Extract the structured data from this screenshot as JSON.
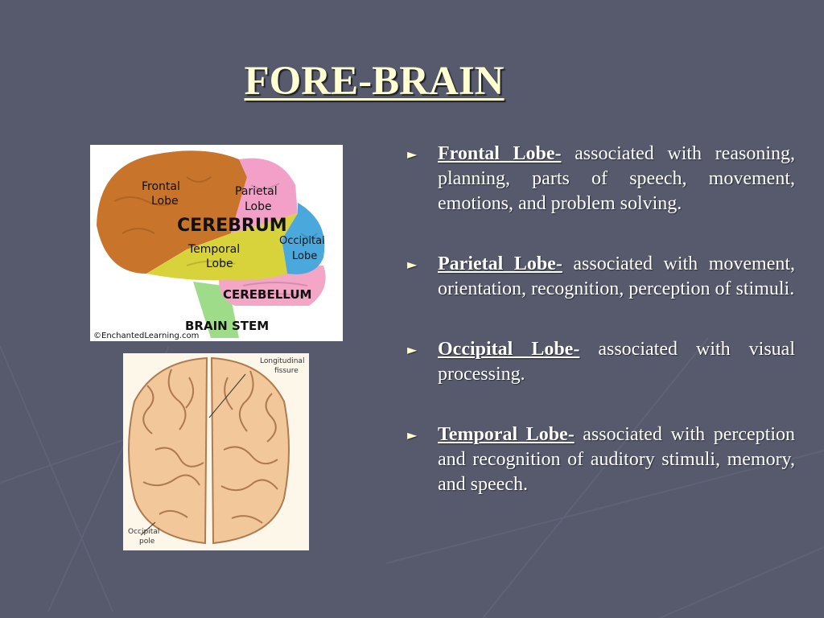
{
  "slide": {
    "title": "FORE-BRAIN",
    "bullets": [
      {
        "term": "Frontal Lobe-",
        "text": "associated with reasoning, planning, parts of speech, movement, emotions, and problem solving."
      },
      {
        "term": "Parietal Lobe-",
        "text": "associated with movement, orientation, recognition, perception of stimuli."
      },
      {
        "term": "Occipital Lobe-",
        "text": "associated with visual processing."
      },
      {
        "term": "Temporal Lobe-",
        "text": "associated with perception and recognition of auditory stimuli, memory, and speech."
      }
    ],
    "bullet_icon": "arrow-right-icon"
  },
  "lobe_diagram": {
    "frontal": "Frontal",
    "frontal2": "Lobe",
    "parietal": "Parietal",
    "parietal2": "Lobe",
    "cerebrum": "CEREBRUM",
    "temporal": "Temporal",
    "temporal2": "Lobe",
    "occipital": "Occipital",
    "occipital2": "Lobe",
    "cerebellum": "CEREBELLUM",
    "brainstem": "BRAIN STEM",
    "credit": "©EnchantedLearning.com"
  },
  "top_view": {
    "fissure1": "Longitudinal",
    "fissure2": "fissure",
    "pole1": "Occipital",
    "pole2": "pole"
  },
  "colors": {
    "background": "#575a6c",
    "title": "#ffffd2",
    "frontal": "#c8742a",
    "parietal": "#f3a0c8",
    "temporal": "#d8d33a",
    "occipital": "#4aa8dc",
    "cerebellum": "#f3a6c6",
    "brainstem": "#9fdc8a",
    "brain_top": "#f2c79a"
  }
}
